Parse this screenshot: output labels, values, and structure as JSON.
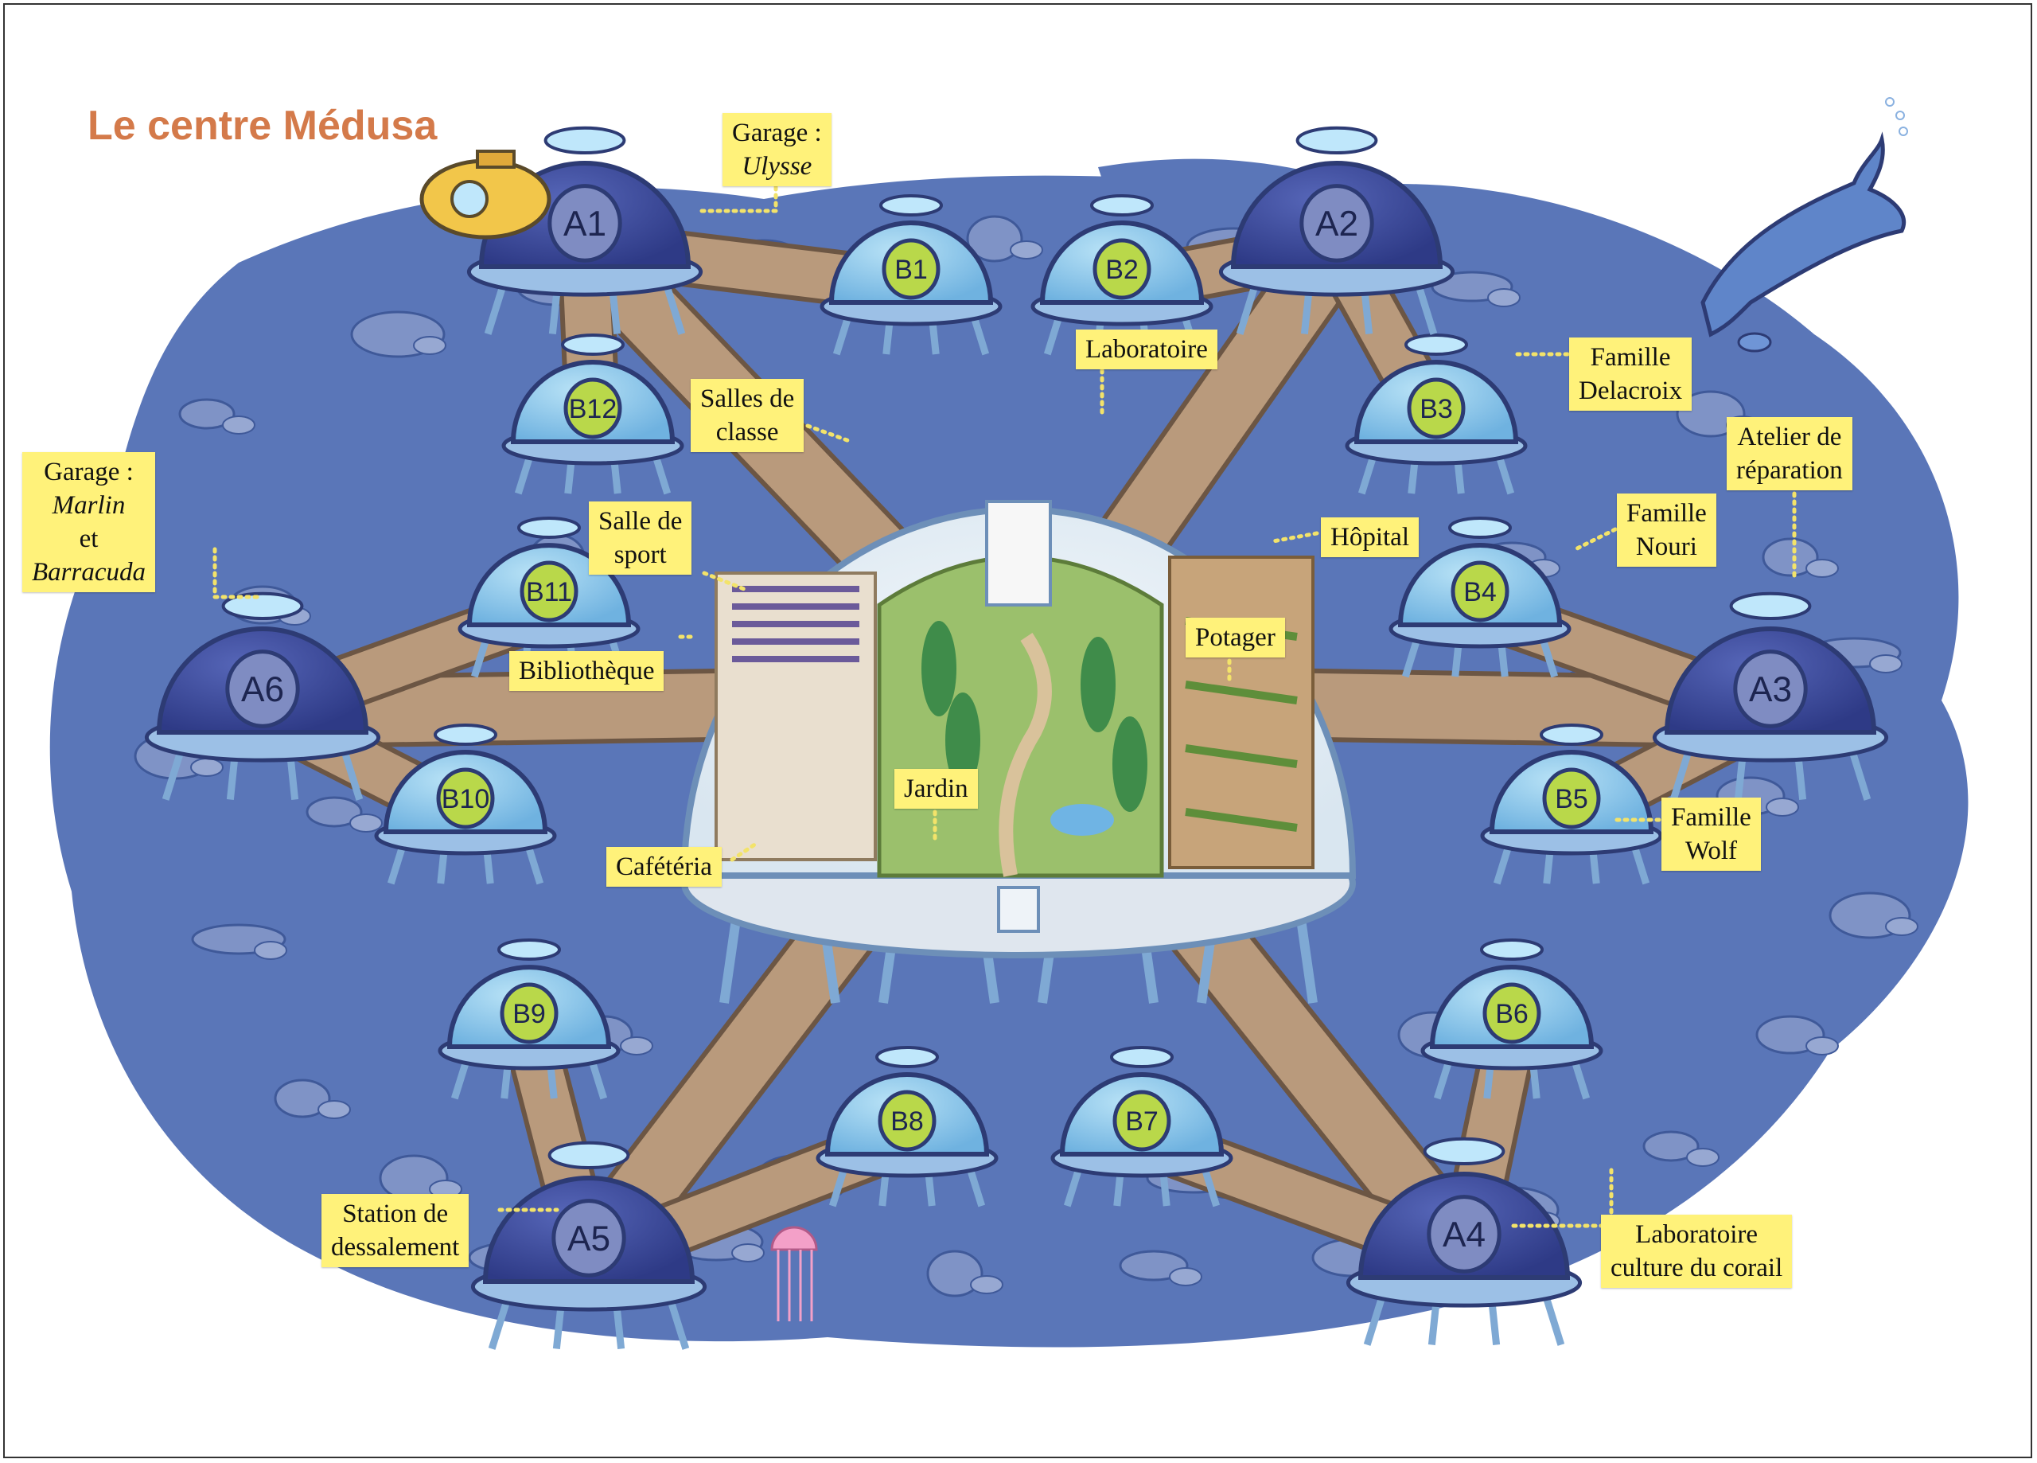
{
  "title": "Le centre Médusa",
  "colors": {
    "title": "#d47a4a",
    "seabed": "#5a76b8",
    "seabed_dark": "#3f5999",
    "dome_dark": "#3b4a9c",
    "dome_light": "#8ec8ec",
    "badge": "#b9d84a",
    "tube": "#b99a7c",
    "label_bg": "#fff27a",
    "leader": "#f3e36a"
  },
  "habitats": {
    "large": [
      "A1",
      "A2",
      "A3",
      "A4",
      "A5",
      "A6"
    ],
    "small": [
      "B1",
      "B2",
      "B3",
      "B4",
      "B5",
      "B6",
      "B7",
      "B8",
      "B9",
      "B10",
      "B11",
      "B12"
    ]
  },
  "labels": {
    "garage_ulysse": {
      "pre": "Garage : ",
      "it": "Ulysse"
    },
    "laboratoire": "Laboratoire",
    "famille_delacroix": [
      "Famille",
      "Delacroix"
    ],
    "salles_classe": [
      "Salles de",
      "classe"
    ],
    "atelier": [
      "Atelier de",
      "réparation"
    ],
    "garage_marlin": {
      "l1": "Garage :",
      "l2": "Marlin",
      "l3pre": "et ",
      "l3it": "Barracuda"
    },
    "salle_sport": [
      "Salle de",
      "sport"
    ],
    "famille_nouri": [
      "Famille",
      "Nouri"
    ],
    "hopital": "Hôpital",
    "potager": "Potager",
    "bibliotheque": "Bibliothèque",
    "jardin": "Jardin",
    "famille_wolf": [
      "Famille",
      "Wolf"
    ],
    "cafeteria": "Cafétéria",
    "station": [
      "Station de",
      "dessalement"
    ],
    "labo_corail": [
      "Laboratoire",
      "culture du corail"
    ]
  }
}
